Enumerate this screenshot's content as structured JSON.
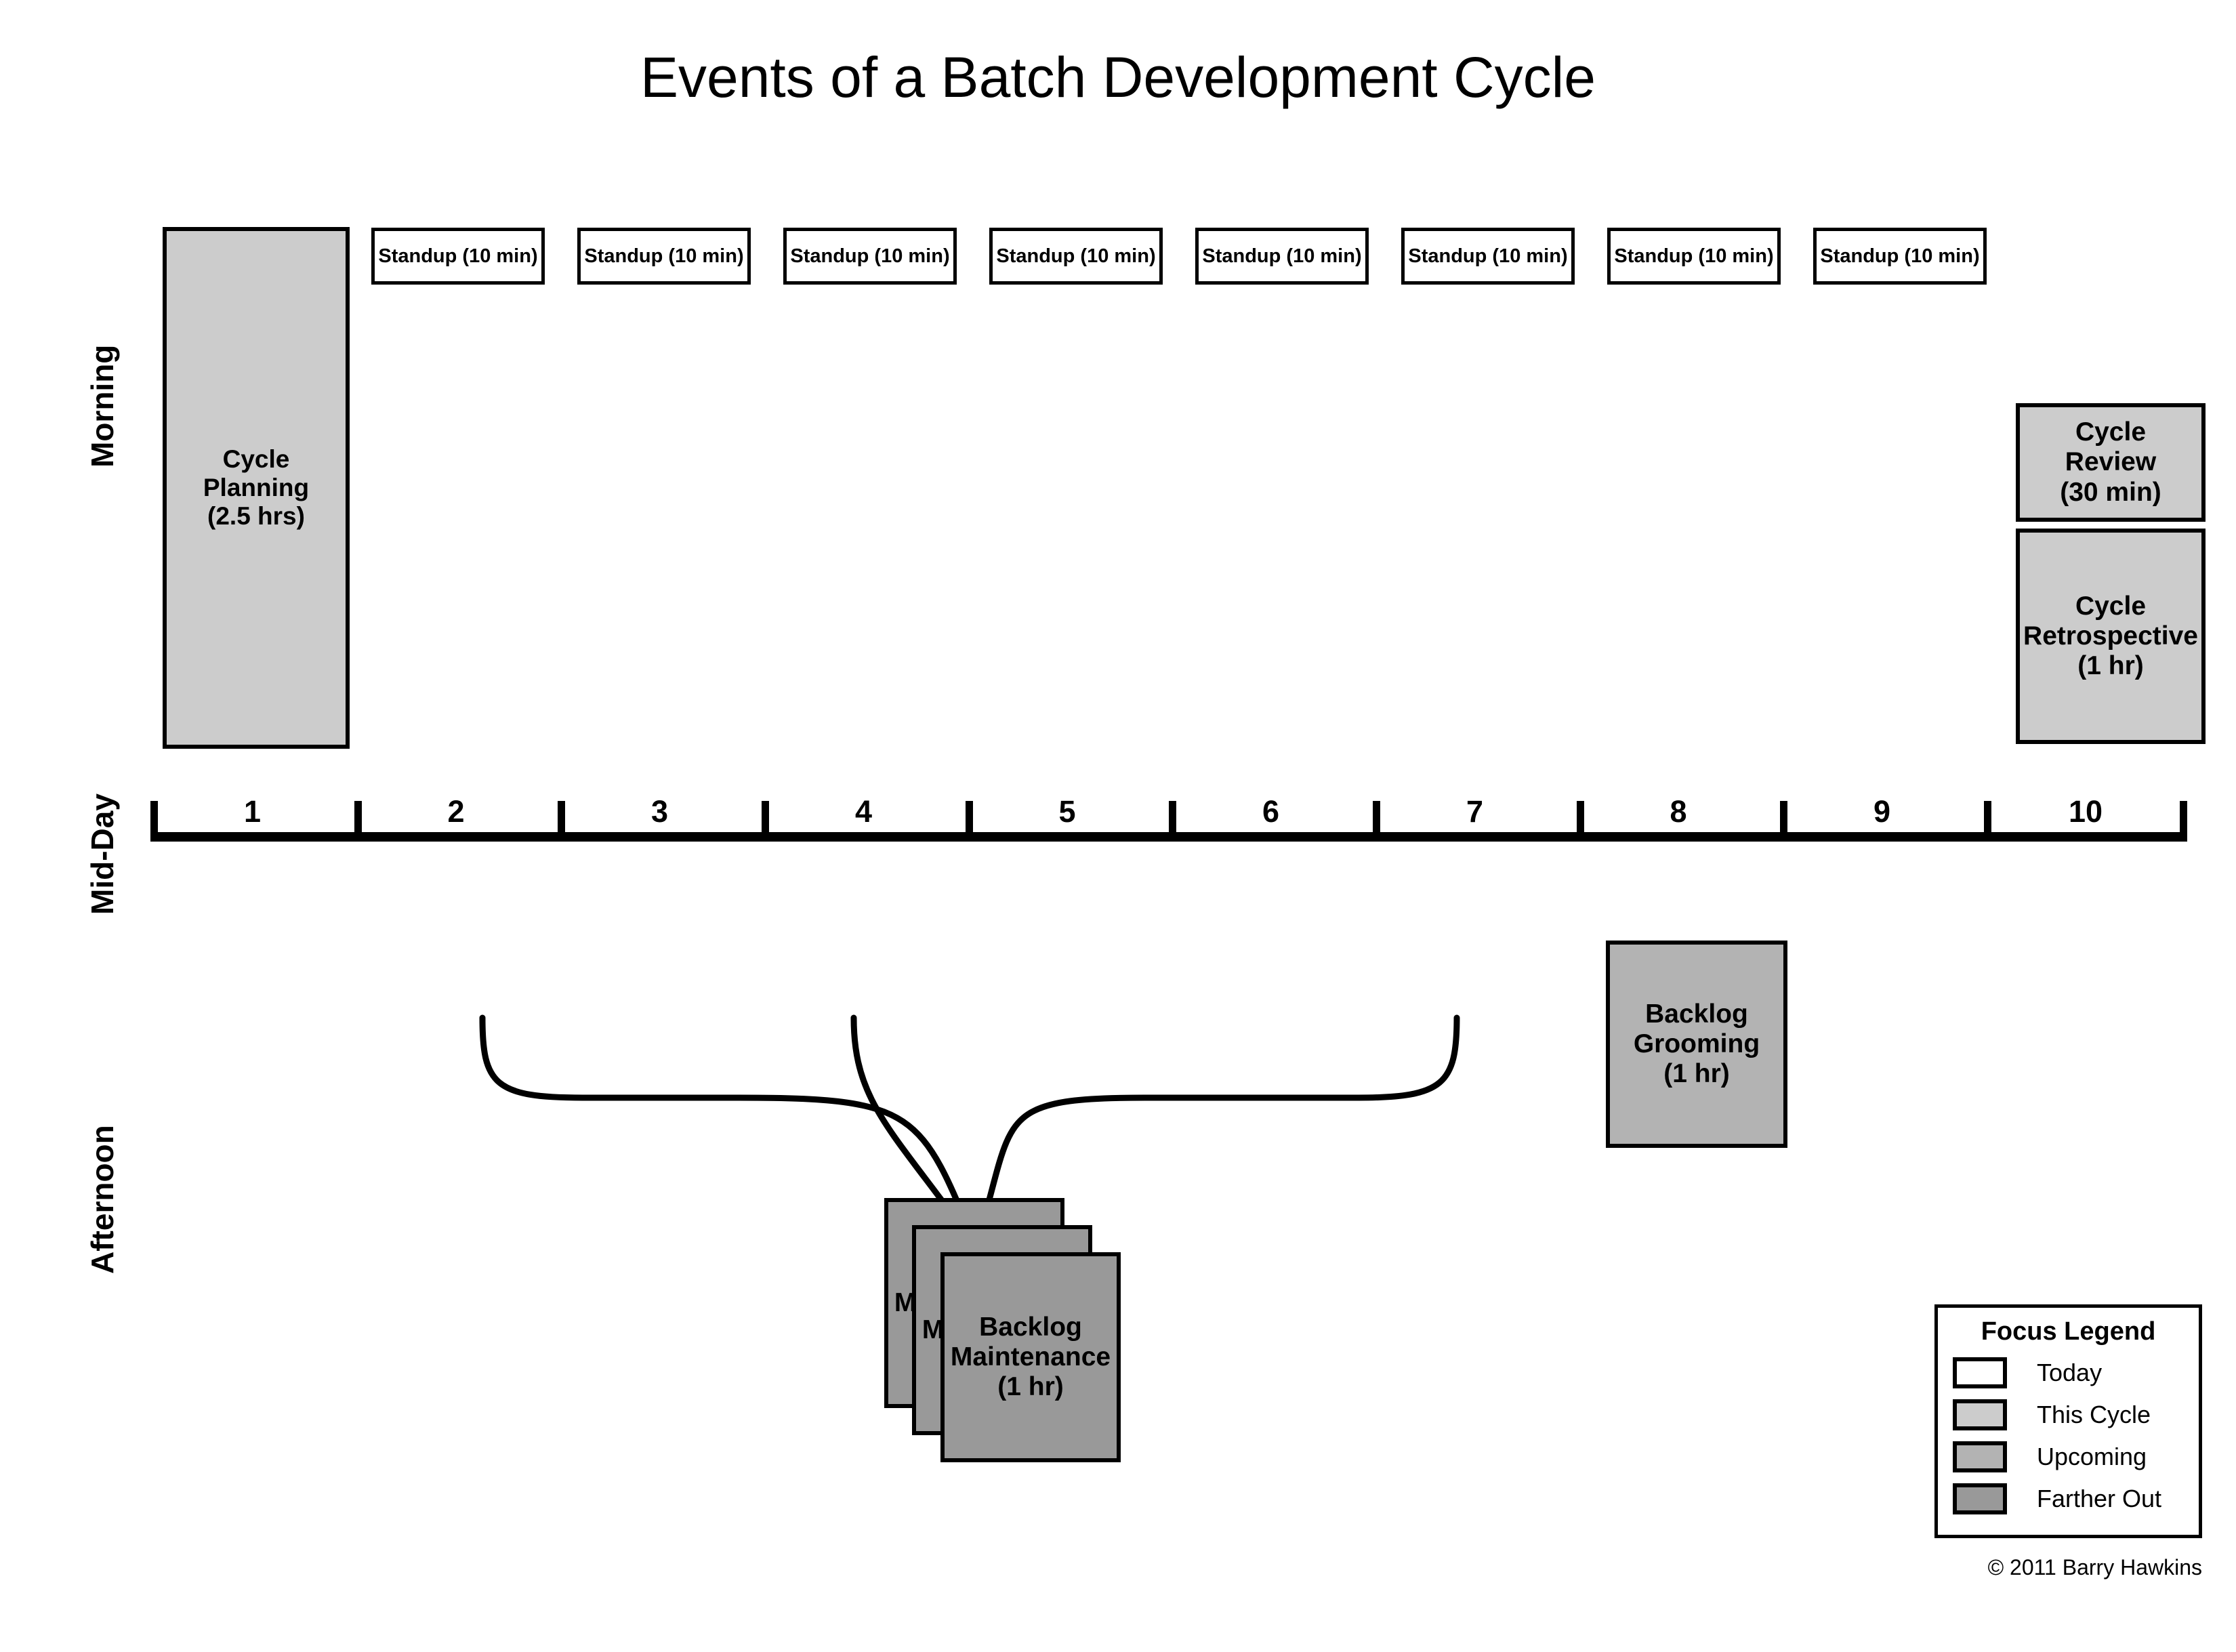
{
  "title": "Events of a Batch Development Cycle",
  "row_labels": {
    "morning": "Morning",
    "midday": "Mid-Day",
    "afternoon": "Afternoon"
  },
  "axis": {
    "day_labels": [
      "1",
      "2",
      "3",
      "4",
      "5",
      "6",
      "7",
      "8",
      "9",
      "10"
    ]
  },
  "events": {
    "cycle_planning": {
      "label": "Cycle\nPlanning\n(2.5 hrs)",
      "focus": "This Cycle",
      "day": 1
    },
    "standups": [
      {
        "label": "Standup (10 min)",
        "focus": "Today",
        "day": 2
      },
      {
        "label": "Standup (10 min)",
        "focus": "Today",
        "day": 3
      },
      {
        "label": "Standup (10 min)",
        "focus": "Today",
        "day": 4
      },
      {
        "label": "Standup (10 min)",
        "focus": "Today",
        "day": 5
      },
      {
        "label": "Standup (10 min)",
        "focus": "Today",
        "day": 6
      },
      {
        "label": "Standup (10 min)",
        "focus": "Today",
        "day": 7
      },
      {
        "label": "Standup (10 min)",
        "focus": "Today",
        "day": 8
      },
      {
        "label": "Standup (10 min)",
        "focus": "Today",
        "day": 9
      }
    ],
    "cycle_review": {
      "label": "Cycle\nReview\n(30 min)",
      "focus": "This Cycle",
      "day": 10
    },
    "cycle_retrospective": {
      "label": "Cycle\nRetrospective\n(1 hr)",
      "focus": "This Cycle",
      "day": 10
    },
    "backlog_grooming": {
      "label": "Backlog\nGrooming\n(1 hr)",
      "focus": "Upcoming",
      "day": 8
    },
    "backlog_maintenance": {
      "label": "Backlog\nMaintenance\n(1 hr)",
      "focus": "Farther Out",
      "count": 3
    }
  },
  "legend": {
    "title": "Focus Legend",
    "items": [
      {
        "label": "Today",
        "color": "#ffffff"
      },
      {
        "label": "This Cycle",
        "color": "#cccccc"
      },
      {
        "label": "Upcoming",
        "color": "#b3b3b3"
      },
      {
        "label": "Farther Out",
        "color": "#999999"
      }
    ]
  },
  "copyright": "© 2011 Barry Hawkins"
}
